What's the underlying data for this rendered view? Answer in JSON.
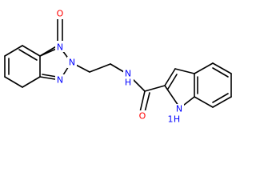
{
  "colors": {
    "bond": "#000000",
    "carbon_text": "#000000",
    "nitrogen": "#0000ff",
    "oxygen": "#ff0000",
    "background": "#ffffff"
  },
  "atoms": {
    "o_carbonyl_top": "O",
    "n_ring_fused": "N",
    "n_ring_2": "N",
    "n_ring_bottom": "N",
    "n_amide": "N",
    "h_amide": "H",
    "o_amide": "O",
    "nh_indole": "N",
    "h_indole": "H",
    "h_indole_prefix": "1"
  }
}
